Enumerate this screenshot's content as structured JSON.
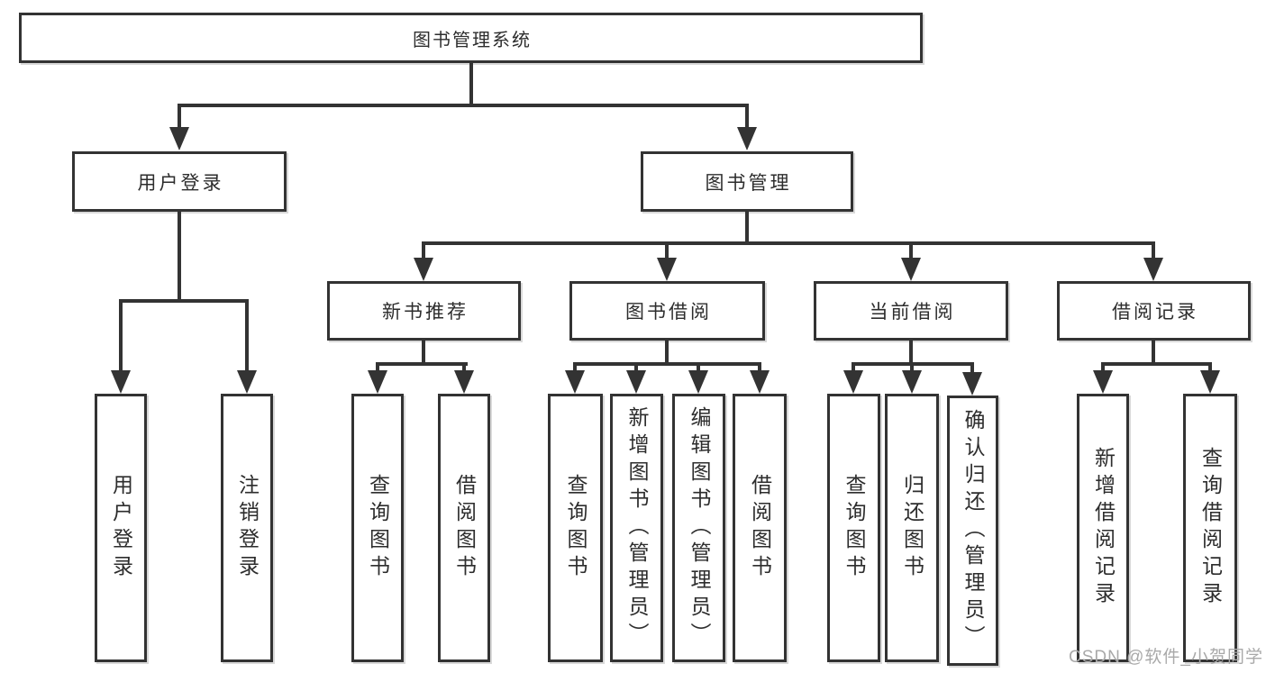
{
  "colors": {
    "line": "#333333",
    "text": "#2d2d2d",
    "background": "#ffffff",
    "watermark": "#a9a9a9"
  },
  "diagram_type": "hierarchy-tree",
  "tree": {
    "label": "图书管理系统",
    "children": [
      {
        "label": "用户登录",
        "children": [
          {
            "label": "用户登录"
          },
          {
            "label": "注销登录"
          }
        ]
      },
      {
        "label": "图书管理",
        "children": [
          {
            "label": "新书推荐",
            "children": [
              {
                "label": "查询图书"
              },
              {
                "label": "借阅图书"
              }
            ]
          },
          {
            "label": "图书借阅",
            "children": [
              {
                "label": "查询图书"
              },
              {
                "label": "新增图书（管理员）"
              },
              {
                "label": "编辑图书（管理员）"
              },
              {
                "label": "借阅图书"
              }
            ]
          },
          {
            "label": "当前借阅",
            "children": [
              {
                "label": "查询图书"
              },
              {
                "label": "归还图书"
              },
              {
                "label": "确认归还（管理员）"
              }
            ]
          },
          {
            "label": "借阅记录",
            "children": [
              {
                "label": "新增借阅记录"
              },
              {
                "label": "查询借阅记录"
              }
            ]
          }
        ]
      }
    ]
  },
  "watermark": {
    "text": "CSDN @软件_小贺同学"
  }
}
